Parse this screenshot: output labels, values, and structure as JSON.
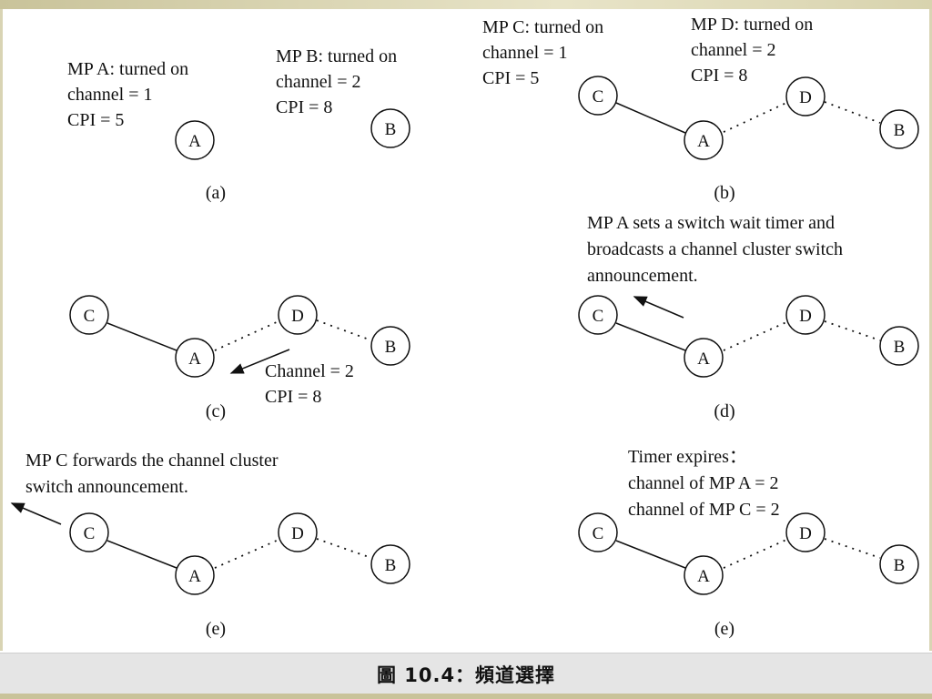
{
  "caption": "圖 10.4：頻道選擇",
  "nodes": {
    "A": "A",
    "B": "B",
    "C": "C",
    "D": "D"
  },
  "panel_a": {
    "sublabel": "(a)",
    "mp_a": [
      "MP A: turned on",
      "channel = 1",
      "CPI = 5"
    ],
    "mp_b": [
      "MP B: turned on",
      "channel = 2",
      "CPI = 8"
    ]
  },
  "panel_b": {
    "sublabel": "(b)",
    "mp_c": [
      "MP C: turned on",
      "channel = 1",
      "CPI = 5"
    ],
    "mp_d": [
      "MP D: turned on",
      "channel = 2",
      "CPI = 8"
    ]
  },
  "panel_c": {
    "sublabel": "(c)",
    "message": [
      "Channel = 2",
      "CPI = 8"
    ]
  },
  "panel_d": {
    "sublabel": "(d)",
    "note": [
      "MP A sets a switch wait timer and",
      "broadcasts a channel cluster switch",
      "announcement."
    ]
  },
  "panel_e1": {
    "sublabel": "(e)",
    "note": [
      "MP C forwards the channel cluster",
      "switch announcement."
    ]
  },
  "panel_e2": {
    "sublabel": "(e)",
    "note": [
      "Timer expires：",
      "channel of MP A = 2",
      "channel of MP C = 2"
    ]
  }
}
